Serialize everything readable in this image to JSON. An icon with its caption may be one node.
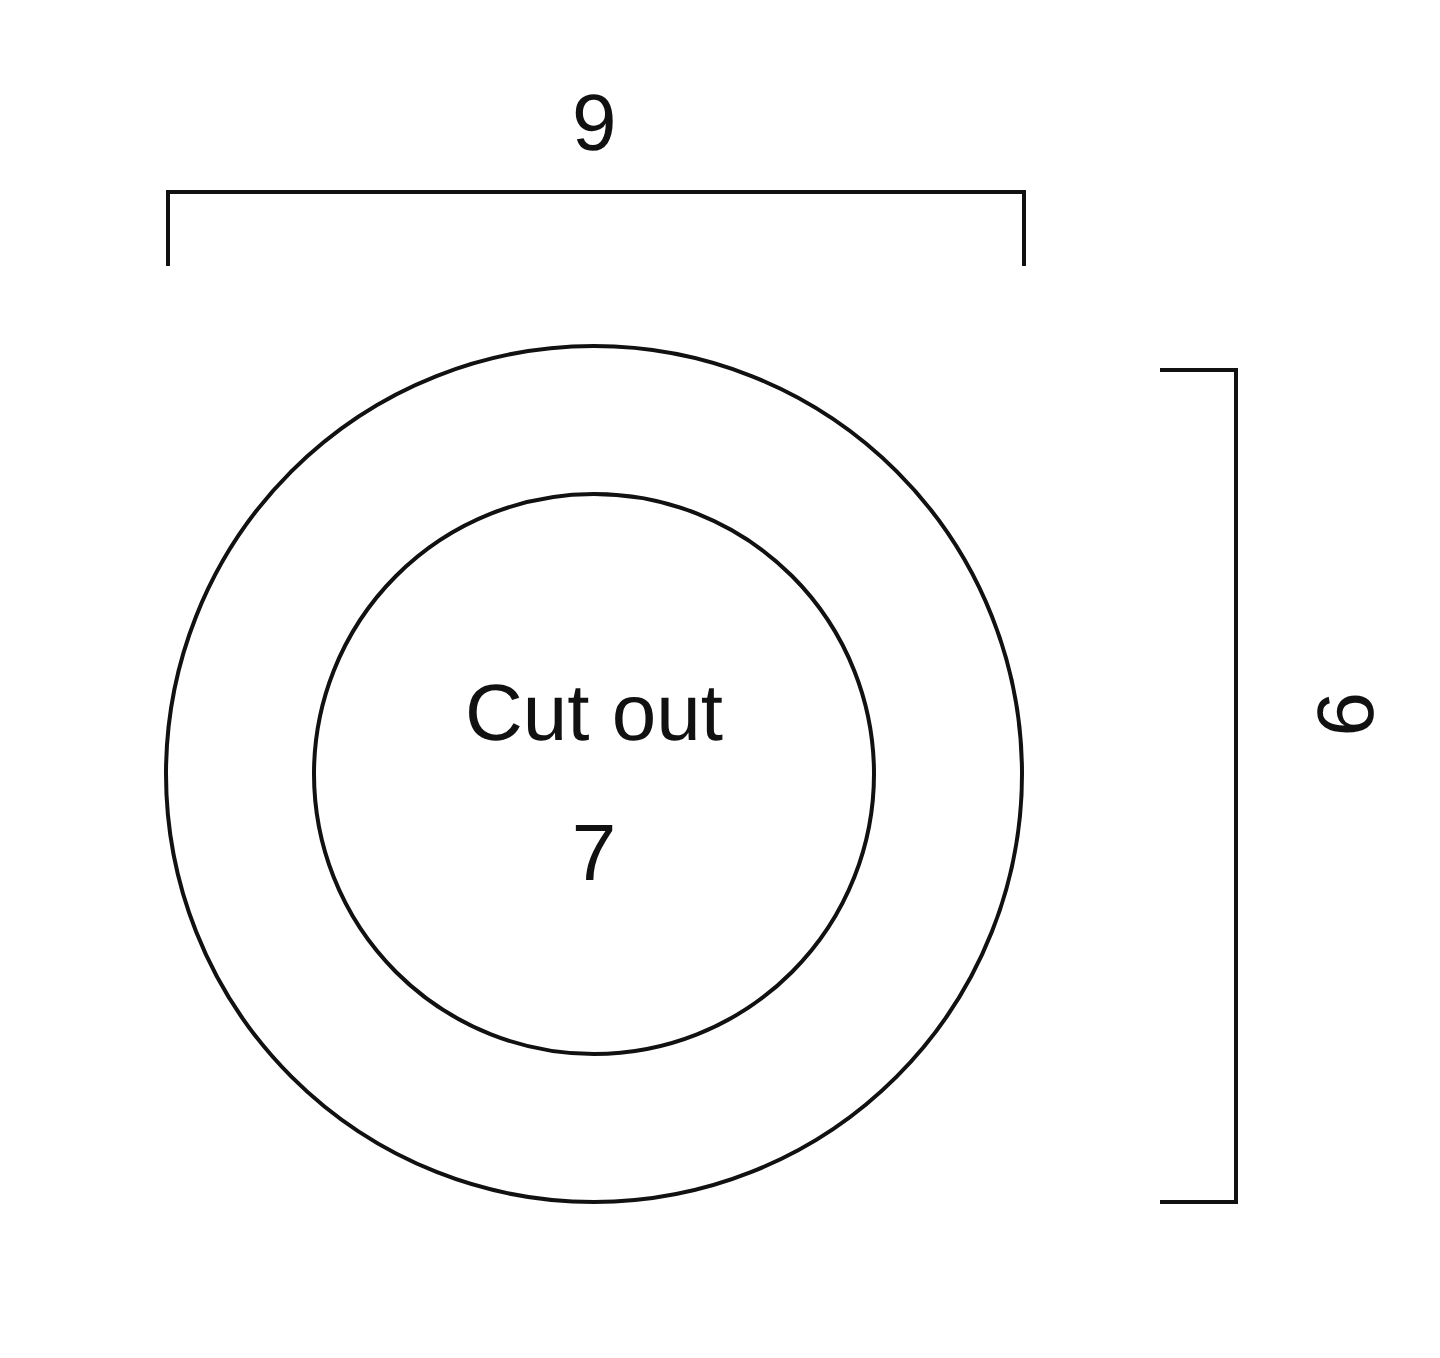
{
  "diagram": {
    "nodes": [
      {
        "text": [],
        "shape": "circle"
      },
      {
        "text": [
          "Cut out",
          "7"
        ],
        "in": 0
      }
    ],
    "labels": [
      "9",
      "9"
    ]
  }
}
